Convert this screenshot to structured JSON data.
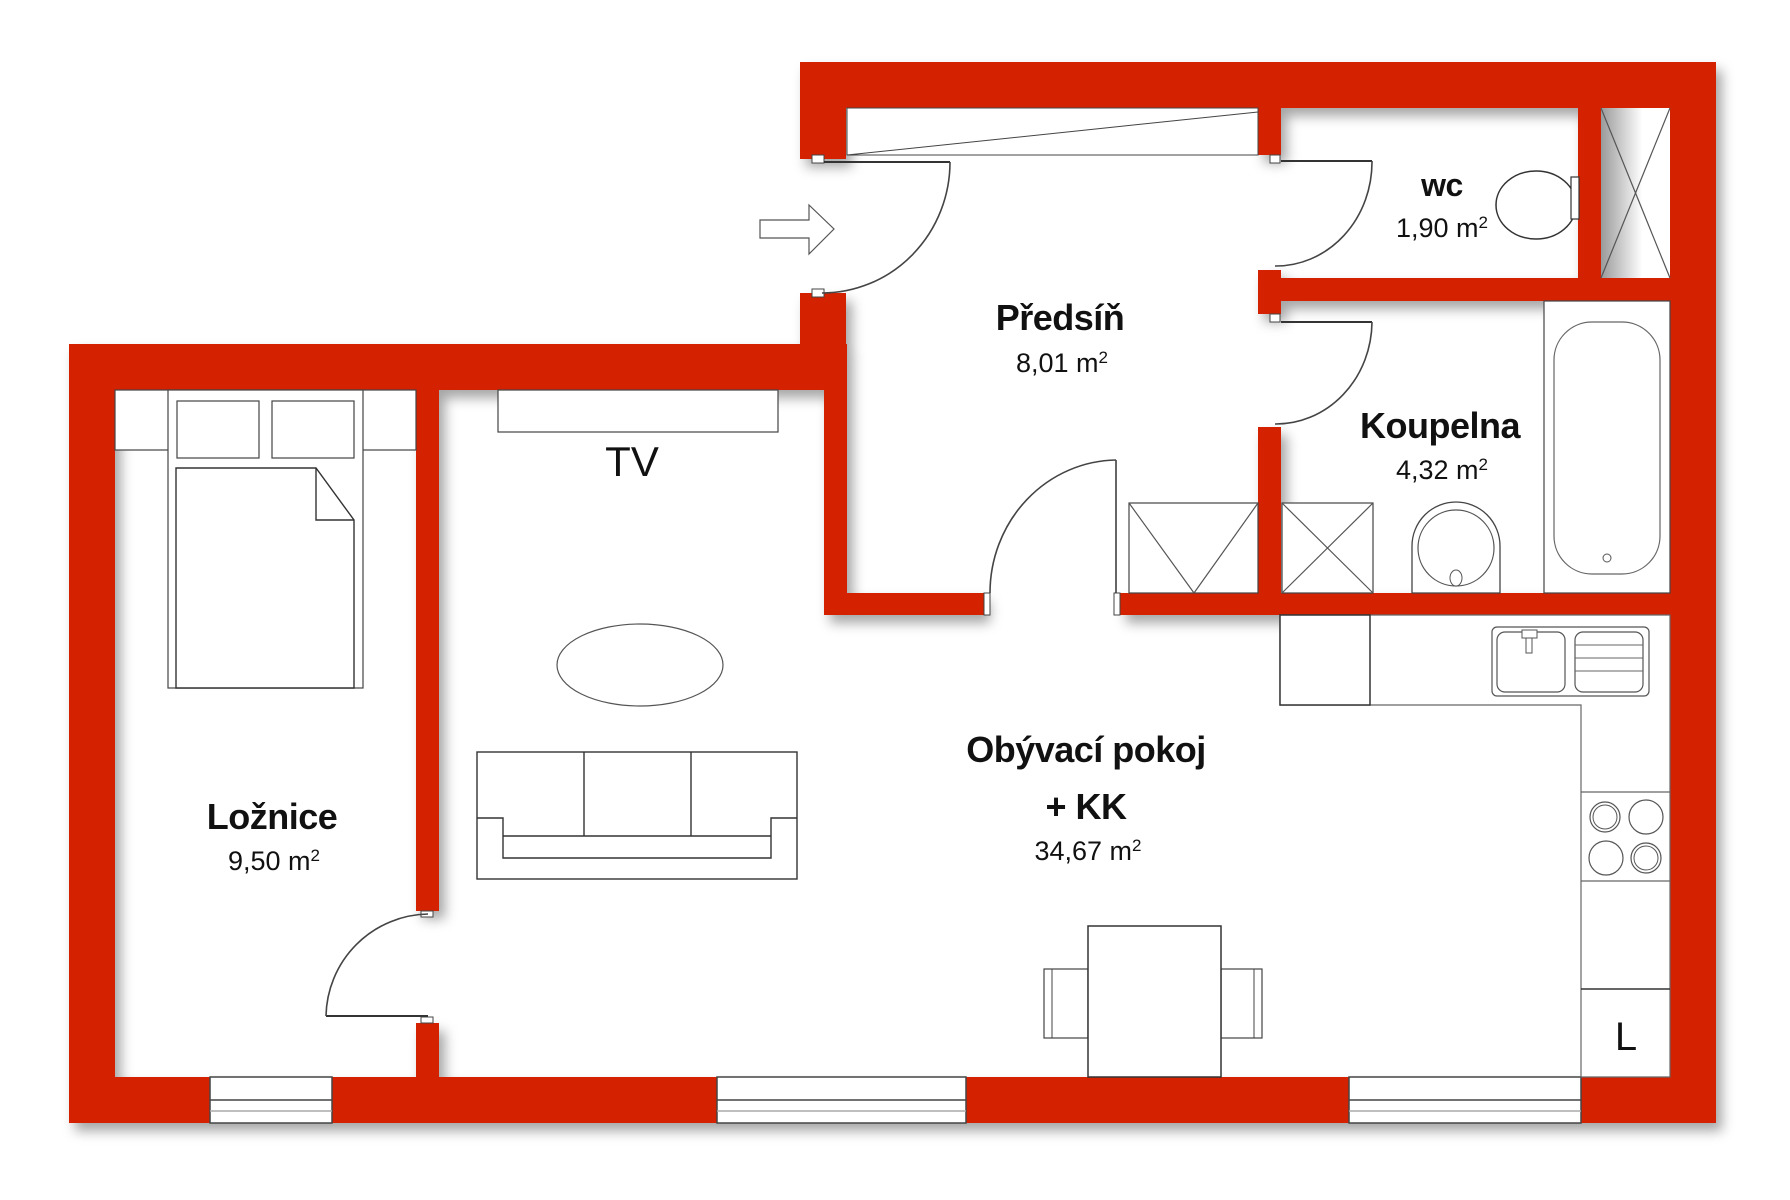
{
  "plan": {
    "wall_color": "#d42400",
    "background": "#ffffff"
  },
  "rooms": {
    "hallway": {
      "name": "Předsíň",
      "area_value": "8,01 m",
      "area_unit_sup": "2"
    },
    "wc": {
      "name": "wc",
      "area_value": "1,90 m",
      "area_unit_sup": "2"
    },
    "bathroom": {
      "name": "Koupelna",
      "area_value": "4,32 m",
      "area_unit_sup": "2"
    },
    "bedroom": {
      "name": "Ložnice",
      "area_value": "9,50 m",
      "area_unit_sup": "2"
    },
    "living": {
      "name_line1": "Obývací pokoj",
      "name_line2": "+ KK",
      "area_value": "34,67 m",
      "area_unit_sup": "2"
    }
  },
  "fixtures": {
    "tv_label": "TV",
    "pantry_label": "L"
  },
  "icons": {
    "entrance": "entrance-arrow-icon"
  }
}
